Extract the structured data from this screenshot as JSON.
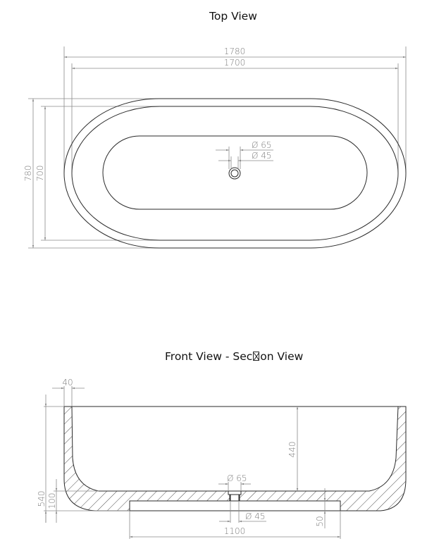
{
  "top_view": {
    "title": "Top View",
    "dimensions": {
      "overall_length": "1780",
      "inner_length": "1700",
      "overall_width": "780",
      "inner_width": "700",
      "drain_outer_diameter": "Ø 65",
      "drain_inner_diameter": "Ø 45"
    }
  },
  "front_view": {
    "title_prefix": "Front View - Sec",
    "title_suffix": "on View",
    "dimensions": {
      "wall_thickness": "40",
      "overall_height": "540",
      "floor_thickness": "100",
      "inner_depth": "440",
      "drain_outer_diameter": "Ø 65",
      "drain_inner_diameter": "Ø 45",
      "plinth_length": "1100",
      "plinth_height": "50"
    }
  },
  "colors": {
    "outline": "#2a2a2a",
    "dimension_line": "#8a8a8a",
    "dimension_text": "#7a7a7a",
    "hatch": "#3a3a3a"
  }
}
